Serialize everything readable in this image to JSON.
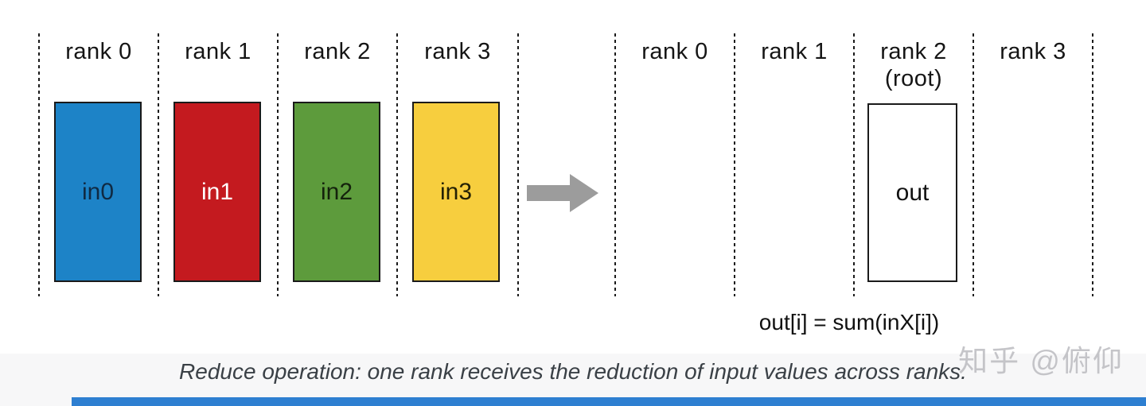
{
  "left_group": {
    "columns": [
      {
        "rank_label": "rank 0",
        "box_label": "in0",
        "box_color": "#1d83c7",
        "label_color": "#102a43"
      },
      {
        "rank_label": "rank 1",
        "box_label": "in1",
        "box_color": "#c41a1f",
        "label_color": "#ffffff"
      },
      {
        "rank_label": "rank 2",
        "box_label": "in2",
        "box_color": "#5d9b3c",
        "label_color": "#14220c"
      },
      {
        "rank_label": "rank 3",
        "box_label": "in3",
        "box_color": "#f7ce3e",
        "label_color": "#232105"
      }
    ]
  },
  "right_group": {
    "columns": [
      {
        "rank_label": "rank 0"
      },
      {
        "rank_label": "rank 1"
      },
      {
        "rank_label": "rank 2",
        "rank_sublabel": "(root)",
        "box_label": "out"
      },
      {
        "rank_label": "rank 3"
      }
    ]
  },
  "arrow": {
    "color": "#9c9c9c"
  },
  "formula": "out[i] = sum(inX[i])",
  "caption": "Reduce operation: one rank receives the reduction of input values across ranks.",
  "watermark": "知乎 @俯仰",
  "colors": {
    "accent_bar": "#2e7fd1",
    "caption_band_bg": "#f7f7f8"
  }
}
